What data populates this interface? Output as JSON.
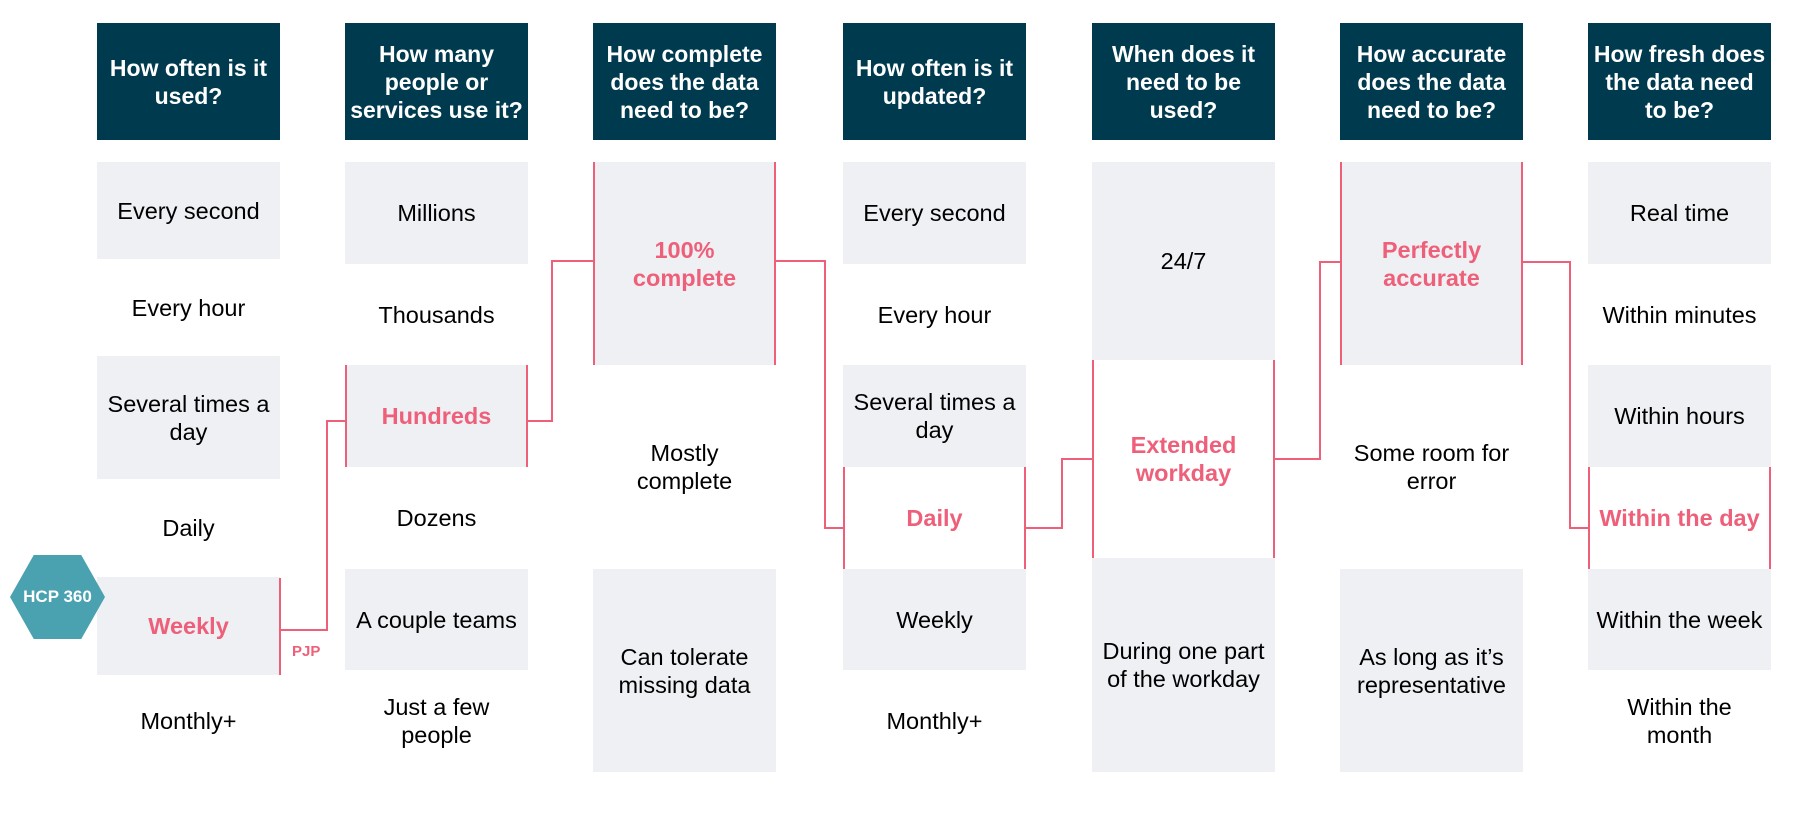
{
  "badge": "HCP 360",
  "connector_label": "PJP",
  "colors": {
    "header_bg": "#003a4f",
    "shade": "#eef0f3",
    "highlight": "#ee5f7a",
    "badge": "#4aa2b1"
  },
  "columns": [
    {
      "header": "How often is it used?",
      "options": [
        "Every second",
        "Every hour",
        "Several times a day",
        "Daily",
        "Weekly",
        "Monthly+"
      ],
      "selected": "Weekly"
    },
    {
      "header": "How many people or services use it?",
      "options": [
        "Millions",
        "Thousands",
        "Hundreds",
        "Dozens",
        "A couple teams",
        "Just a few people"
      ],
      "selected": "Hundreds"
    },
    {
      "header": "How complete does the data need to be?",
      "options": [
        "100% complete",
        "Mostly complete",
        "Can tolerate missing data"
      ],
      "selected": "100% complete"
    },
    {
      "header": "How often is it updated?",
      "options": [
        "Every second",
        "Every hour",
        "Several times a day",
        "Daily",
        "Weekly",
        "Monthly+"
      ],
      "selected": "Daily"
    },
    {
      "header": "When does it need to be used?",
      "options": [
        "24/7",
        "Extended workday",
        "During one part of the workday"
      ],
      "selected": "Extended workday"
    },
    {
      "header": "How accurate does the data need to be?",
      "options": [
        "Perfectly accurate",
        "Some room for error",
        "As long as it’s representative"
      ],
      "selected": "Perfectly accurate"
    },
    {
      "header": "How fresh does the data need to be?",
      "options": [
        "Real time",
        "Within minutes",
        "Within hours",
        "Within the day",
        "Within the week",
        "Within the month"
      ],
      "selected": "Within the day"
    }
  ]
}
